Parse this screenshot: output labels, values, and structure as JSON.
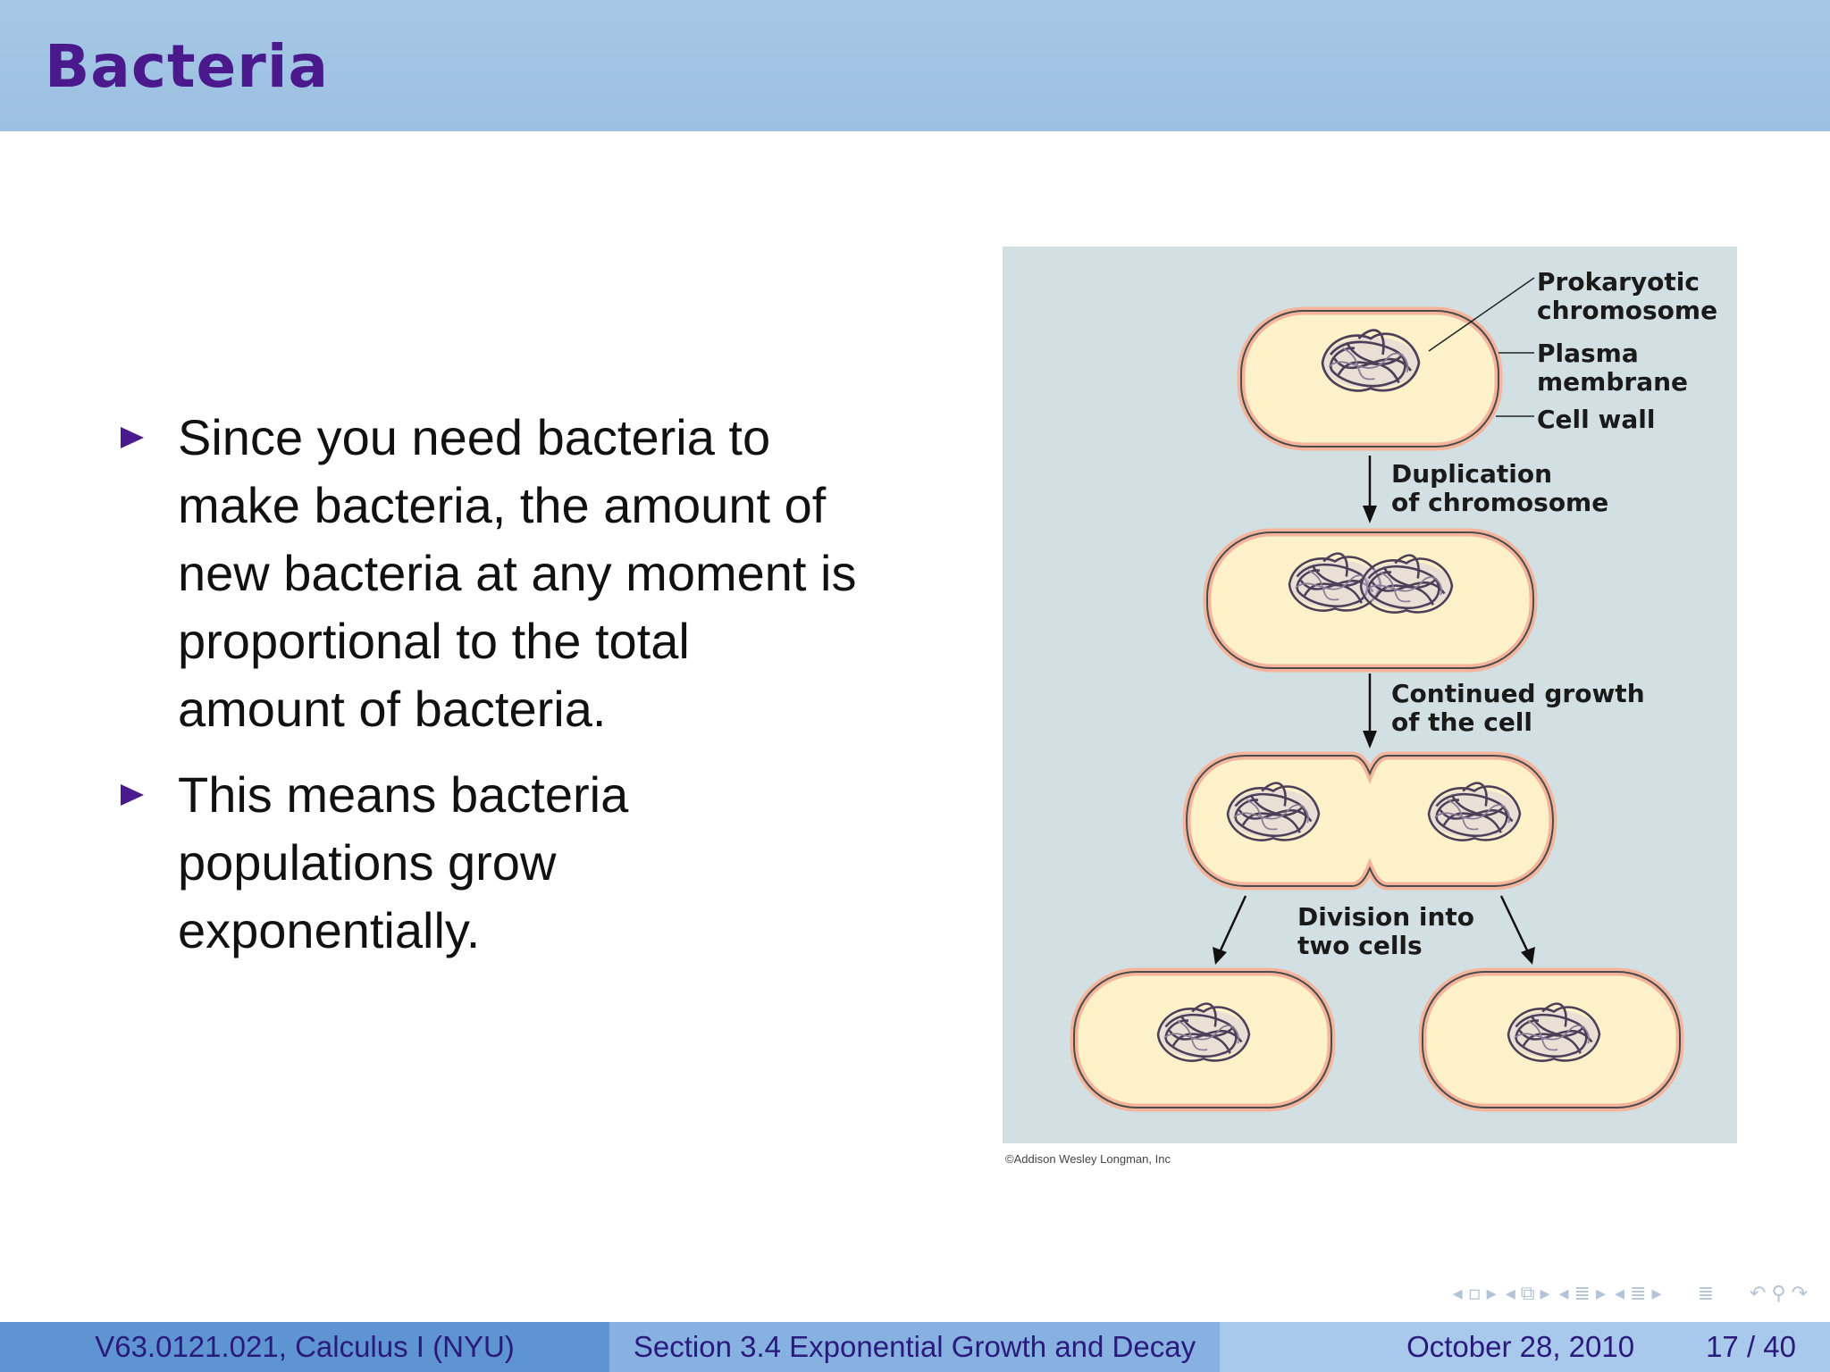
{
  "slide": {
    "title": "Bacteria",
    "bullets": [
      "Since you need bacteria to make bacteria, the amount of new bacteria at any moment is proportional to the total amount of bacteria.",
      "This means bacteria populations grow exponentially."
    ]
  },
  "figure": {
    "labels": {
      "prokaryotic": "Prokaryotic",
      "chromosome": "chromosome",
      "plasma": "Plasma",
      "membrane": "membrane",
      "cell_wall": "Cell wall",
      "duplication": "Duplication",
      "of_chromosome": "of chromosome",
      "continued_growth": "Continued growth",
      "of_the_cell": "of the cell",
      "division_into": "Division into",
      "two_cells": "two cells"
    },
    "credit": "©Addison Wesley Longman, Inc",
    "colors": {
      "background": "#d3e0e3",
      "cell_fill": "#fcf1c8",
      "cell_wall": "#f4b59c",
      "chromosome": "#5a4d63"
    }
  },
  "footer": {
    "course": "V63.0121.021, Calculus I (NYU)",
    "section": "Section 3.4 Exponential Growth and Decay",
    "date": "October 28, 2010",
    "page": "17 / 40"
  },
  "nav": {
    "icons": [
      "nav-prev-frame-icon",
      "nav-frame-icon",
      "nav-next-frame-icon",
      "nav-prev-subsection-icon",
      "nav-subsection-icon",
      "nav-next-subsection-icon",
      "nav-prev-section-icon",
      "nav-section-icon",
      "nav-next-section-icon",
      "nav-document-icon",
      "nav-back-icon",
      "nav-search-icon",
      "nav-forward-icon"
    ]
  }
}
